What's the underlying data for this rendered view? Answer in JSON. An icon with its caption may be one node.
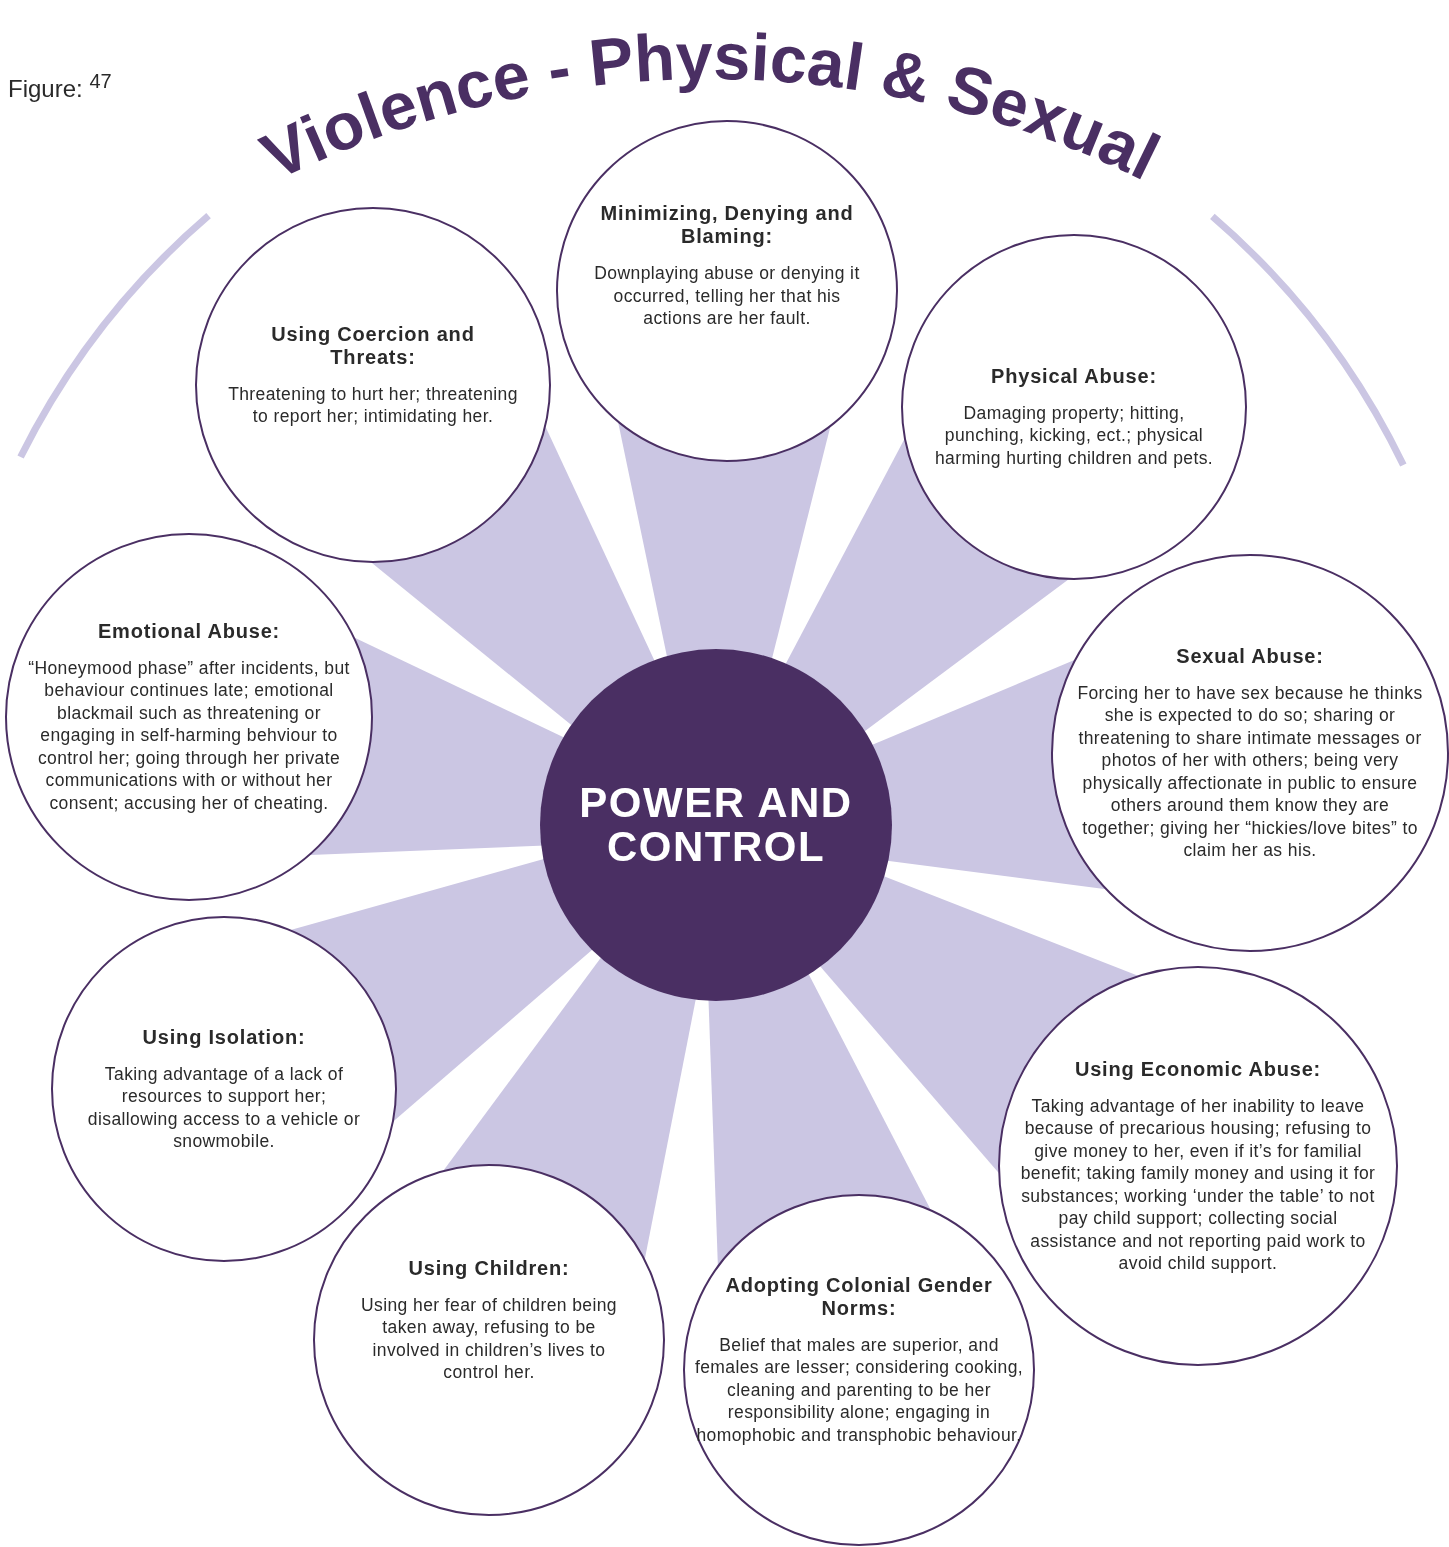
{
  "diagram": {
    "title": "Violence - Physical & Sexual",
    "nodes": [
      {
        "text": [
          "POWER AND CONTROL"
        ]
      },
      {
        "text": [
          "Using Coercion and Threats:",
          "Threatening to hurt her; threatening to report her; intimidating her."
        ]
      },
      {
        "text": [
          "Minimizing, Denying and Blaming:",
          "Downplaying abuse or denying it occurred, telling her that his actions are her fault."
        ]
      },
      {
        "text": [
          "Physical Abuse:",
          "Damaging property; hitting, punching, kicking, ect.; physical harming hurting children and pets."
        ]
      },
      {
        "text": [
          "Emotional Abuse:",
          "“Honeymood phase” after incidents, but behaviour continues late; emotional blackmail such as threatening or engaging in self-harming behviour to control her; going through her private communications with or without her consent; accusing her of cheating."
        ]
      },
      {
        "text": [
          "Sexual Abuse:",
          "Forcing her to have sex because he thinks she is expected to do so; sharing or threatening to share intimate messages or photos of her with others; being very physically affectionate in public to ensure others around them know they are together; giving her “hickies/love bites” to claim her as his."
        ]
      },
      {
        "text": [
          "Using Isolation:",
          "Taking advantage of a lack of resources to support her; disallowing access to a vehicle or snowmobile."
        ]
      },
      {
        "text": [
          "Using Economic Abuse:",
          "Taking advantage of her inability to leave because of precarious housing; refusing to give money to her, even if it’s for familial benefit; taking family money and using it for substances; working ‘under the table’ to not pay child support; collecting social assistance and not reporting paid work to avoid child support."
        ]
      },
      {
        "text": [
          "Using Children:",
          "Using her fear of children being taken away, refusing to be involved in children’s lives to control her."
        ]
      },
      {
        "text": [
          "Adopting Colonial Gender Norms:",
          "Belief that males are superior, and females are lesser; considering cooking, cleaning and parenting to be her responsibility alone; engaging in homophobic and transphobic behaviour."
        ]
      }
    ],
    "labels": [
      "Figure: $^{47}$"
    ]
  }
}
